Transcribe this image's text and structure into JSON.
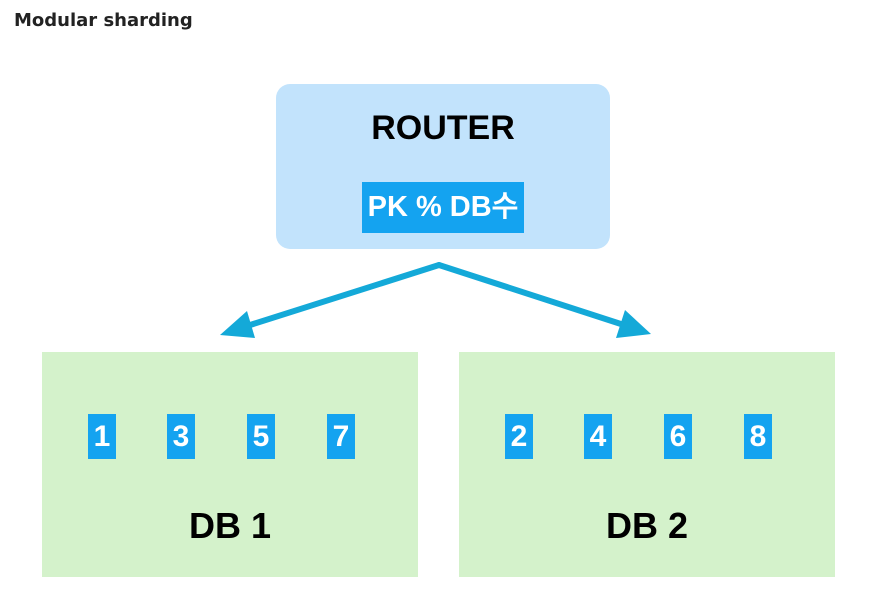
{
  "page": {
    "title": "Modular sharding"
  },
  "router": {
    "title": "ROUTER",
    "formula": "PK % DB수"
  },
  "databases": [
    {
      "label": "DB 1",
      "shards": [
        "1",
        "3",
        "5",
        "7"
      ]
    },
    {
      "label": "DB 2",
      "shards": [
        "2",
        "4",
        "6",
        "8"
      ]
    }
  ],
  "colors": {
    "router_fill": "#c2e3fc",
    "db_fill": "#d4f2cb",
    "shard_fill": "#14a3f0",
    "arrow": "#14a9d8"
  }
}
